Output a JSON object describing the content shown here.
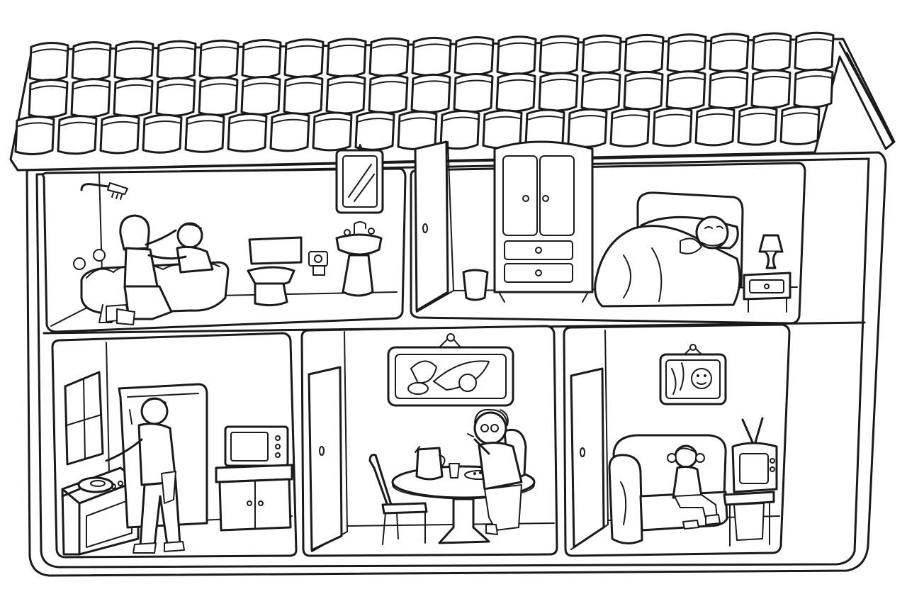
{
  "illustration": {
    "kind": "coloring-page",
    "line_color": "#1a1a1a",
    "paper_color": "#ffffff",
    "roof_tile_rows": 3,
    "roof_tiles_per_row": 19,
    "rooms": [
      {
        "id": "bathroom",
        "position": "upper-left"
      },
      {
        "id": "bedroom",
        "position": "upper-right"
      },
      {
        "id": "kitchen",
        "position": "lower-left"
      },
      {
        "id": "dining-room",
        "position": "lower-middle"
      },
      {
        "id": "living-room",
        "position": "lower-right"
      }
    ]
  }
}
